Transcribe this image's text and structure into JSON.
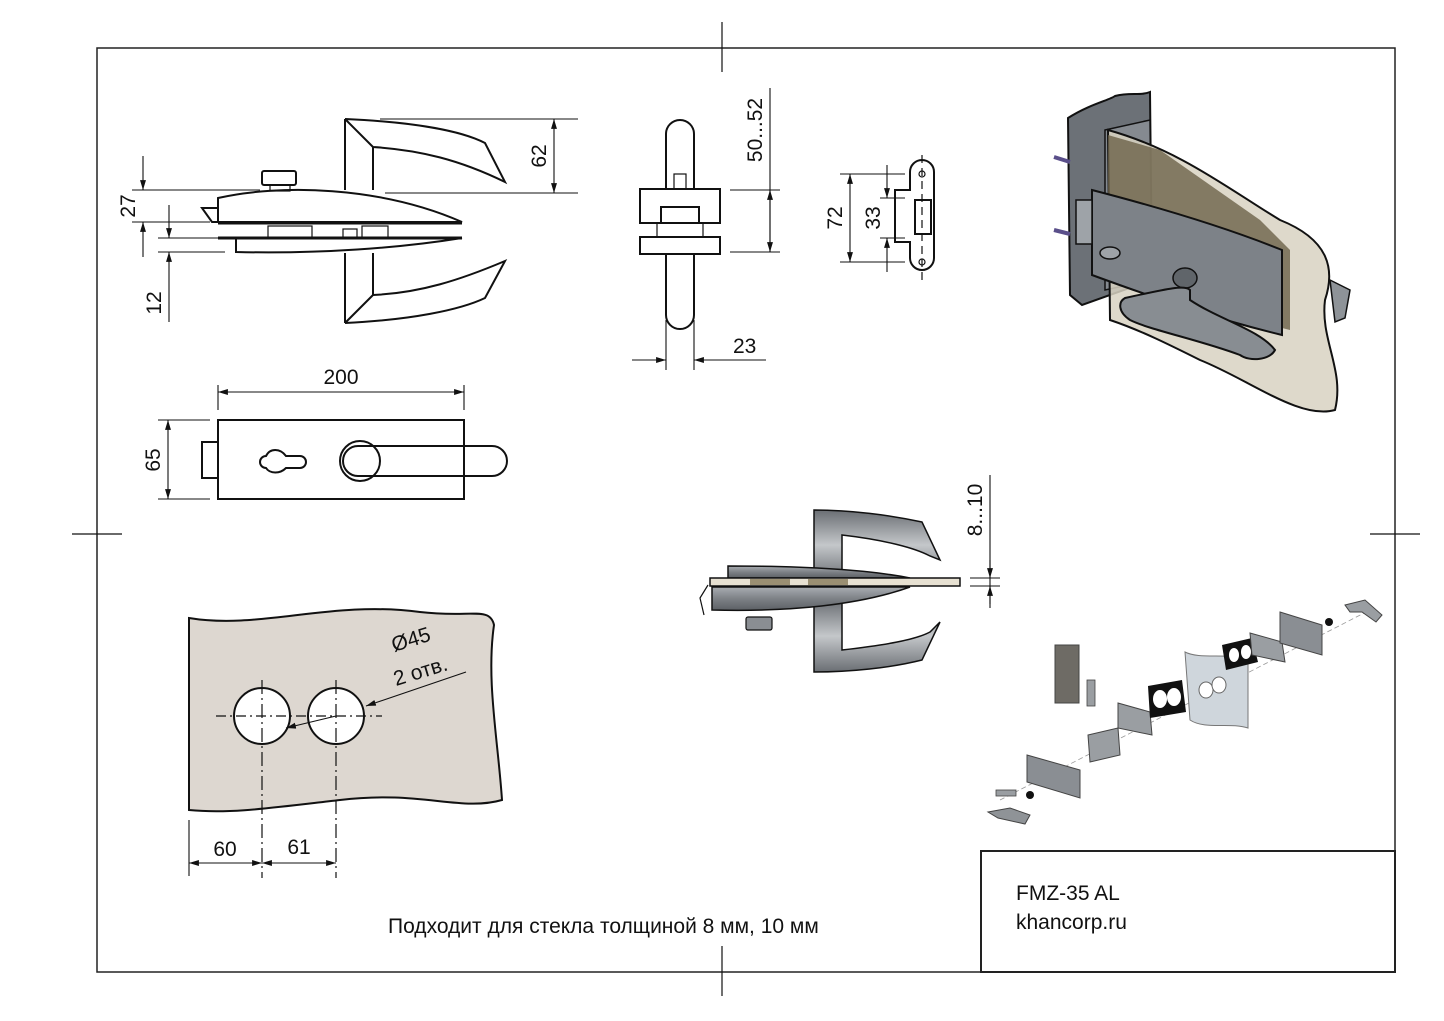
{
  "drawing": {
    "product_code": "FMZ-35 AL",
    "website": "khancorp.ru",
    "note": "Подходит для стекла толщиной 8 мм, 10 мм"
  },
  "top_view": {
    "dim_height_body": "27",
    "dim_gap": "12",
    "dim_handle_offset": "62"
  },
  "end_view": {
    "dim_projection": "50...52",
    "dim_handle_width": "23"
  },
  "strike_plate": {
    "dim_total": "72",
    "dim_slot": "33"
  },
  "front_view": {
    "dim_length": "200",
    "dim_height": "65"
  },
  "glass_view": {
    "dim_glass_thickness": "8...10"
  },
  "drilling": {
    "hole_diameter": "Ø45",
    "hole_count": "2 отв.",
    "dim_edge_to_hole": "60",
    "dim_hole_spacing": "61",
    "glass_color": "#ddd7d0"
  },
  "colors": {
    "metal": "#8a8e93",
    "metal_dark": "#5f6368",
    "glass_tint": "#6b6248",
    "glass_light": "#ddd6c6"
  }
}
